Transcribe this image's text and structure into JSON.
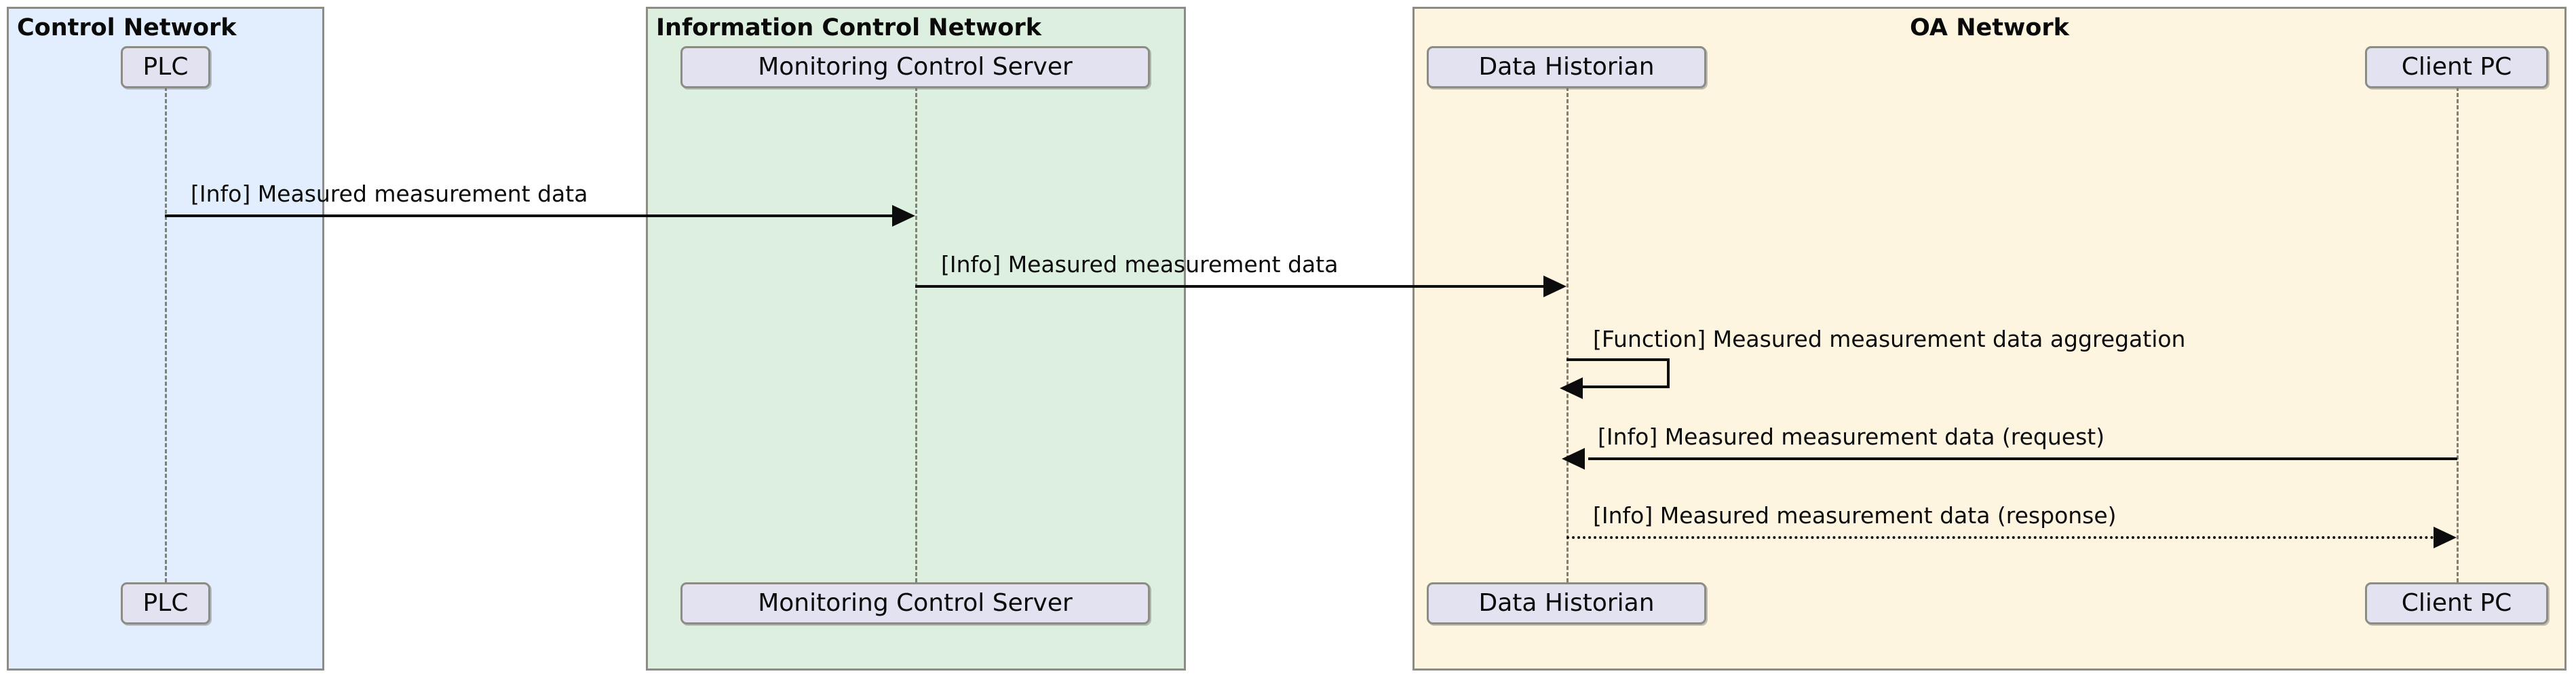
{
  "diagram": {
    "type": "uml-sequence-diagram",
    "title": "",
    "colors": {
      "control_network_fill": "#e2eefd",
      "information_control_network_fill": "#ddf0e0",
      "oa_network_fill": "#fdf5e0",
      "group_border": "#8c8c84",
      "participant_fill": "#e2e2f0",
      "lifeline": "#7f7f72",
      "message": "#0c0c0c"
    }
  },
  "groups": [
    {
      "id": "control-network",
      "label": "Control Network",
      "fill": "#e2eefd",
      "title_align": "left"
    },
    {
      "id": "information-control-network",
      "label": "Information Control Network",
      "fill": "#ddf0e0",
      "title_align": "left"
    },
    {
      "id": "oa-network",
      "label": "OA Network",
      "fill": "#fdf5e0",
      "title_align": "center"
    }
  ],
  "participants": [
    {
      "id": "plc",
      "label": "PLC",
      "group": "control-network"
    },
    {
      "id": "monitoring-control-server",
      "label": "Monitoring Control Server",
      "group": "information-control-network"
    },
    {
      "id": "data-historian",
      "label": "Data Historian",
      "group": "oa-network"
    },
    {
      "id": "client-pc",
      "label": "Client PC",
      "group": "oa-network"
    }
  ],
  "participants_footer": [
    {
      "id": "plc",
      "label": "PLC"
    },
    {
      "id": "monitoring-control-server",
      "label": "Monitoring Control Server"
    },
    {
      "id": "data-historian",
      "label": "Data Historian"
    },
    {
      "id": "client-pc",
      "label": "Client PC"
    }
  ],
  "messages": [
    {
      "index": 1,
      "from": "plc",
      "to": "monitoring-control-server",
      "label": "[Info] Measured measurement data",
      "direction": "right",
      "style": "solid",
      "kind": "Info"
    },
    {
      "index": 2,
      "from": "monitoring-control-server",
      "to": "data-historian",
      "label": "[Info] Measured measurement data",
      "direction": "right",
      "style": "solid",
      "kind": "Info"
    },
    {
      "index": 3,
      "from": "data-historian",
      "to": "data-historian",
      "label": "[Function] Measured measurement data aggregation",
      "direction": "self",
      "style": "solid",
      "kind": "Function"
    },
    {
      "index": 4,
      "from": "client-pc",
      "to": "data-historian",
      "label": "[Info] Measured measurement data (request)",
      "direction": "left",
      "style": "solid",
      "kind": "Info"
    },
    {
      "index": 5,
      "from": "data-historian",
      "to": "client-pc",
      "label": "[Info] Measured measurement data (response)",
      "direction": "right",
      "style": "dotted",
      "kind": "Info"
    }
  ]
}
